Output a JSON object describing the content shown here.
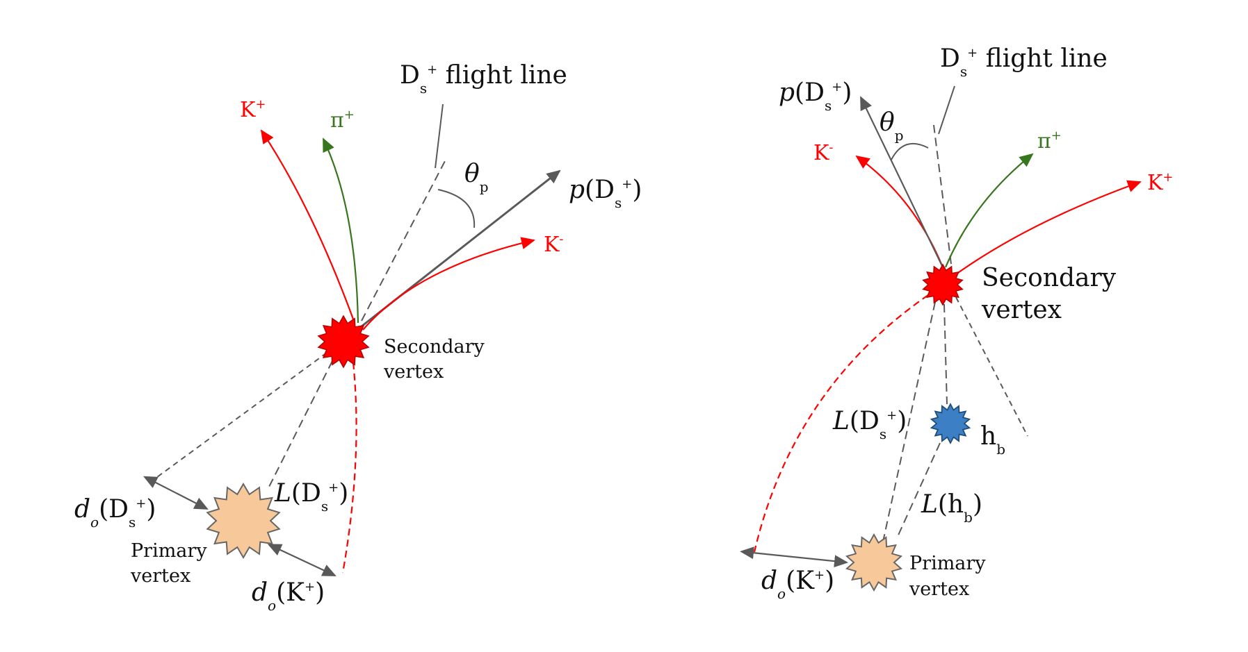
{
  "colors": {
    "kaon": "#ff0000",
    "pion": "#38761d",
    "momentum": "#595959",
    "dashed": "#595959",
    "secondary_vertex_fill": "#ff0000",
    "secondary_vertex_stroke": "#b30000",
    "primary_vertex_fill": "#f6c89a",
    "primary_vertex_stroke": "#666666",
    "hb_vertex_fill": "#3d7fc4",
    "hb_vertex_stroke": "#1f4e79"
  },
  "left_panel": {
    "flight_line_label": {
      "main": "D",
      "sub": "s",
      "sup": "+",
      "rest": " flight line"
    },
    "theta_label": {
      "main": "θ",
      "sub": "p"
    },
    "momentum_label": {
      "pre": "p",
      "open": "(D",
      "sub": "s",
      "sup": "+",
      "close": ")"
    },
    "k_plus_label": {
      "main": "K",
      "sup": "+"
    },
    "pi_plus_label": {
      "main": "π",
      "sup": "+"
    },
    "k_minus_label": {
      "main": "K",
      "sup": "-"
    },
    "secondary_vertex_label": [
      "Secondary",
      "vertex"
    ],
    "primary_vertex_label": [
      "Primary",
      "vertex"
    ],
    "decay_length_label": {
      "pre": "L",
      "open": "(D",
      "sub": "s",
      "sup": "+",
      "close": ")"
    },
    "ip_ds_label": {
      "pre": "d",
      "pre_sub": "o",
      "open": "(D",
      "sub": "s",
      "sup": "+",
      "close": ")"
    },
    "ip_k_label": {
      "pre": "d",
      "pre_sub": "o",
      "open": "(K",
      "sup": "+",
      "close": ")"
    }
  },
  "right_panel": {
    "flight_line_label": {
      "main": "D",
      "sub": "s",
      "sup": "+",
      "rest": " flight line"
    },
    "theta_label": {
      "main": "θ",
      "sub": "p"
    },
    "momentum_label": {
      "pre": "p",
      "open": "(D",
      "sub": "s",
      "sup": "+",
      "close": ")"
    },
    "k_minus_label": {
      "main": "K",
      "sup": "-"
    },
    "pi_plus_label": {
      "main": "π",
      "sup": "+"
    },
    "k_plus_label": {
      "main": "K",
      "sup": "+"
    },
    "secondary_vertex_label": [
      "Secondary",
      "vertex"
    ],
    "primary_vertex_label": [
      "Primary",
      "vertex"
    ],
    "hb_label": {
      "main": "h",
      "sub": "b"
    },
    "decay_length_label": {
      "pre": "L",
      "open": "(D",
      "sub": "s",
      "sup": "+",
      "close": ")"
    },
    "hb_length_label": {
      "pre": "L",
      "open": "(h",
      "sub": "b",
      "close": ")"
    },
    "ip_k_label": {
      "pre": "d",
      "pre_sub": "o",
      "open": "(K",
      "sup": "+",
      "close": ")"
    }
  }
}
